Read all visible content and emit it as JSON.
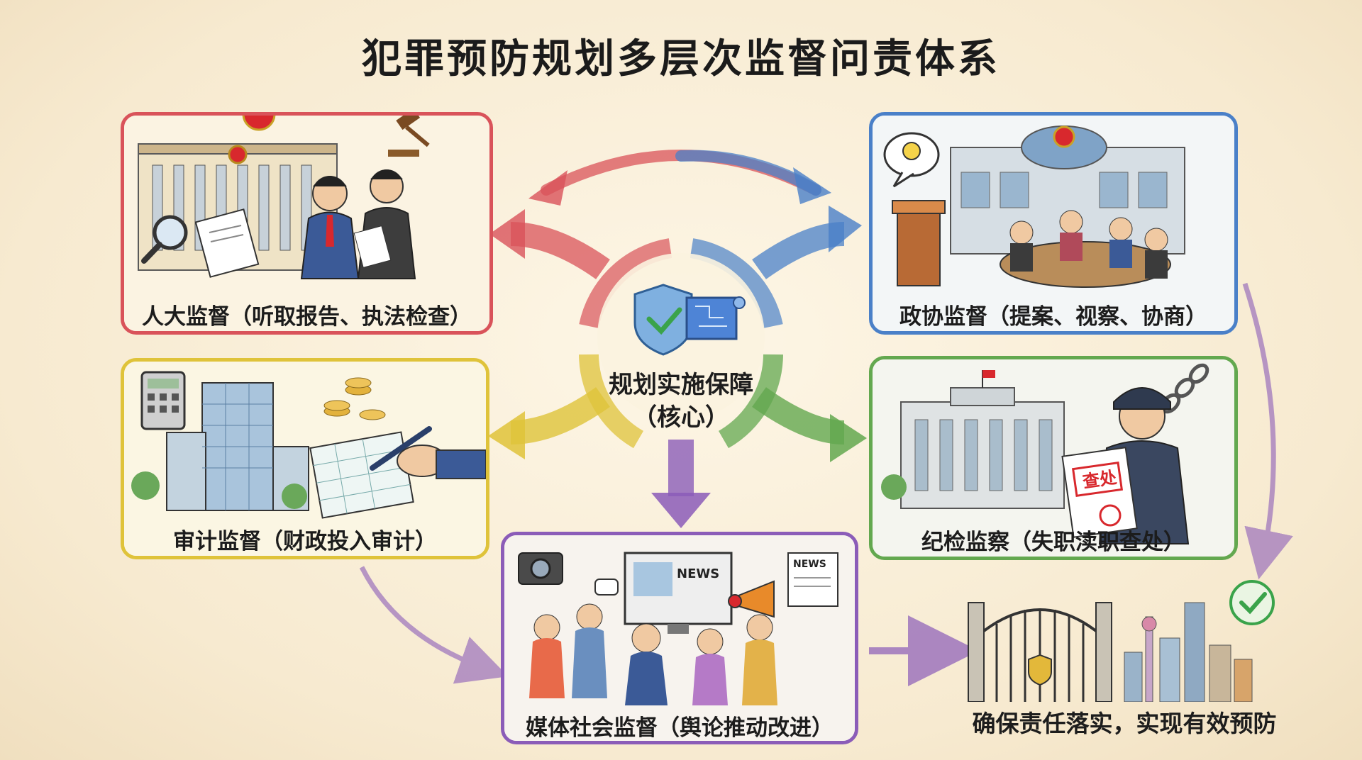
{
  "title": "犯罪预防规划多层次监督问责体系",
  "center": {
    "line1": "规划实施保障",
    "line2": "（核心）"
  },
  "panels": {
    "npc": {
      "caption": "人大监督（听取报告、执法检查）"
    },
    "cppcc": {
      "caption": "政协监督（提案、视察、协商）"
    },
    "audit": {
      "caption": "审计监督（财政投入审计）"
    },
    "discipline": {
      "caption": "纪检监察（失职渎职查处）",
      "stamp": "查处"
    },
    "media": {
      "caption": "媒体社会监督（舆论推动改进）",
      "tv_text": "NEWS",
      "paper_text": "NEWS"
    }
  },
  "goal": "确保责任落实，实现有效预防",
  "colors": {
    "npc": "#d9535a",
    "cppcc": "#4a80c8",
    "audit": "#dfc33a",
    "discipline": "#63a84f",
    "media": "#8b5cb8"
  }
}
